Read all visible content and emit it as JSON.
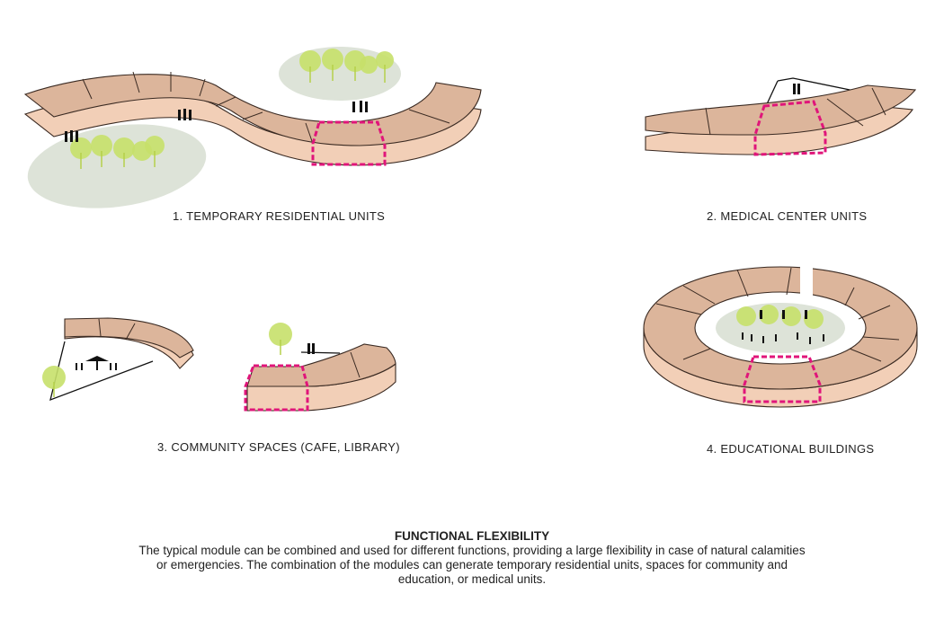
{
  "diagrams": [
    {
      "label": "1. TEMPORARY RESIDENTIAL UNITS"
    },
    {
      "label": "2. MEDICAL CENTER UNITS"
    },
    {
      "label": "3. COMMUNITY SPACES (CAFE, LIBRARY)"
    },
    {
      "label": "4. EDUCATIONAL BUILDINGS"
    }
  ],
  "caption": {
    "title": "FUNCTIONAL FLEXIBILITY",
    "body": "The typical module can be combined and used for different functions, providing a large flexibility in case of natural calamities or emergencies. The combination of the modules can generate temporary residential units, spaces for community and education, or medical units."
  },
  "colors": {
    "module_top": "#dcb59b",
    "module_side": "#f2cfb7",
    "highlight": "#e0157a",
    "park": "#dde3d8",
    "tree": "#c6e06a"
  }
}
